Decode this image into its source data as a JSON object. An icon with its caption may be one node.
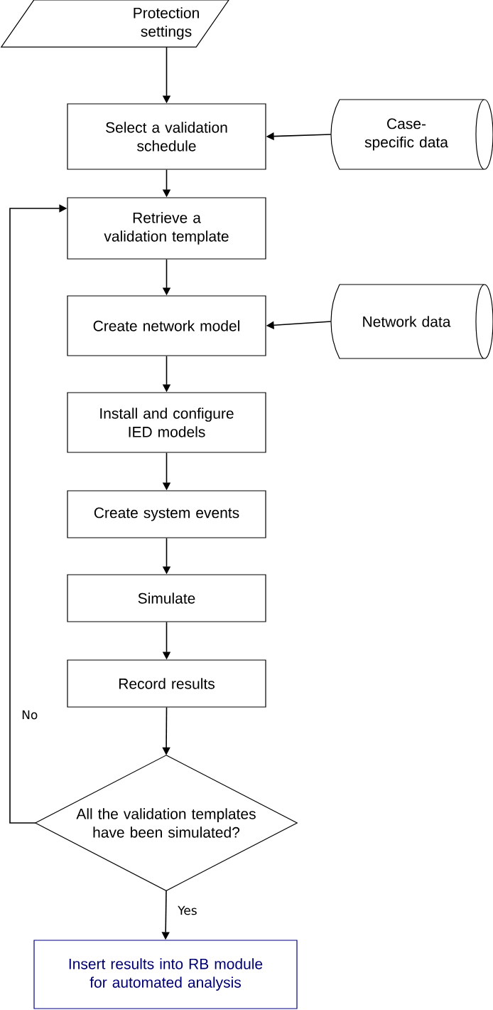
{
  "diagram": {
    "nodes": [
      {
        "text": [
          "Protection settings"
        ]
      },
      {
        "text": [
          "Select a validation schedule"
        ]
      },
      {
        "text": [
          "Case-specific data"
        ]
      },
      {
        "text": [
          "Retrieve a validation template"
        ]
      },
      {
        "text": [
          "Create network model"
        ]
      },
      {
        "text": [
          "Network data"
        ]
      },
      {
        "text": [
          "Install and configure IED models"
        ]
      },
      {
        "text": [
          "Create system events"
        ]
      },
      {
        "text": [
          "Simulate"
        ]
      },
      {
        "text": [
          "Record results"
        ]
      },
      {
        "text": [
          "All the validation templates have been simulated?"
        ]
      },
      {
        "text": [
          "Insert results into RB module for automated analysis"
        ]
      }
    ],
    "edges": [
      {
        "from": 0,
        "to": 1,
        "arrow": "to"
      },
      {
        "from": 2,
        "to": 1,
        "arrow": "to"
      },
      {
        "from": 1,
        "to": 3,
        "arrow": "to"
      },
      {
        "from": 3,
        "to": 4,
        "arrow": "to"
      },
      {
        "from": 5,
        "to": 4,
        "arrow": "to"
      },
      {
        "from": 4,
        "to": 6,
        "arrow": "to"
      },
      {
        "from": 6,
        "to": 7,
        "arrow": "to"
      },
      {
        "from": 7,
        "to": 8,
        "arrow": "to"
      },
      {
        "from": 8,
        "to": 9,
        "arrow": "to"
      },
      {
        "from": 9,
        "to": 10,
        "arrow": "to"
      },
      {
        "from": 10,
        "to": 3,
        "arrow": "to",
        "label": "No"
      },
      {
        "from": 10,
        "to": 11,
        "arrow": "to",
        "label": "Yes"
      }
    ]
  }
}
